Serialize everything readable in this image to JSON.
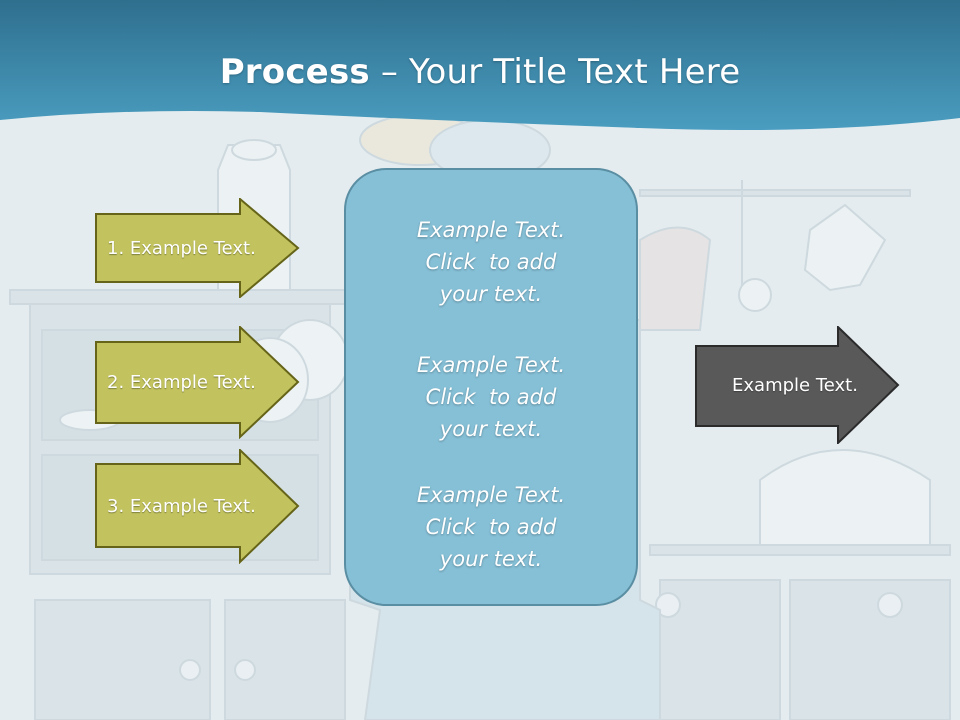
{
  "title": {
    "bold": "Process",
    "rest": " – Your Title Text Here"
  },
  "left_arrows": [
    {
      "label": "1. Example Text."
    },
    {
      "label": "2. Example Text."
    },
    {
      "label": "3. Example Text."
    }
  ],
  "center": {
    "blocks": [
      {
        "lines": [
          "Example Text.",
          "Click  to add",
          "your text."
        ]
      },
      {
        "lines": [
          "Example Text.",
          "Click  to add",
          "your text."
        ]
      },
      {
        "lines": [
          "Example Text.",
          "Click  to add",
          "your text."
        ]
      }
    ]
  },
  "output_arrow": {
    "label": "Example Text."
  },
  "colors": {
    "header_dark": "#2f6f8e",
    "header_light": "#4a9dc0",
    "left_arrow_fill": "#c2c35e",
    "left_arrow_stroke": "#656418",
    "center_fill": "#86c0d7",
    "center_stroke": "#5a8ea3",
    "output_arrow_fill": "#595959",
    "output_arrow_stroke": "#2b2b2b"
  }
}
